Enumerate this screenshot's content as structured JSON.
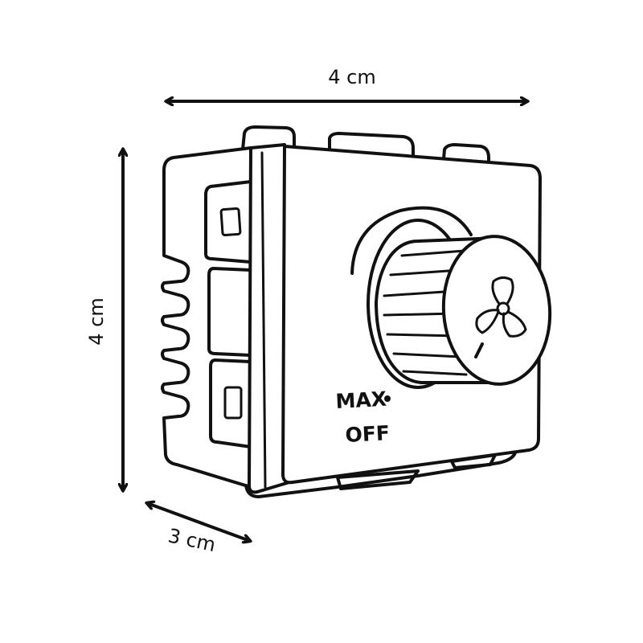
{
  "dimensions": {
    "width_label": "4 cm",
    "height_label": "4 cm",
    "depth_label": "3 cm"
  },
  "device": {
    "max_label": "MAX",
    "off_label": "OFF",
    "knob_icon": "fan-icon"
  },
  "colors": {
    "ink": "#111111",
    "background": "#ffffff"
  }
}
